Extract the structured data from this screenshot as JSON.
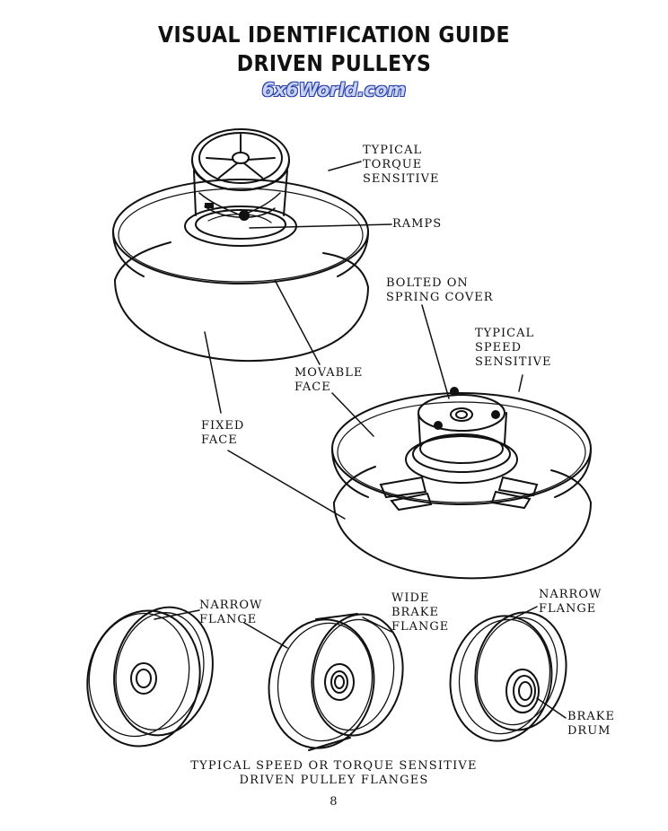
{
  "header": {
    "title_line1": "VISUAL IDENTIFICATION GUIDE",
    "title_line2": "DRIVEN PULLEYS",
    "watermark": "6x6World.com"
  },
  "labels": {
    "torque": [
      "TYPICAL",
      "TORQUE",
      "SENSITIVE"
    ],
    "ramps": "RAMPS",
    "bolted": [
      "BOLTED ON",
      "SPRING COVER"
    ],
    "speed": [
      "TYPICAL",
      "SPEED",
      "SENSITIVE"
    ],
    "movable": [
      "MOVABLE",
      "FACE"
    ],
    "fixed": [
      "FIXED",
      "FACE"
    ],
    "narrow_left": [
      "NARROW",
      "FLANGE"
    ],
    "wide": [
      "WIDE",
      "BRAKE",
      "FLANGE"
    ],
    "narrow_right": [
      "NARROW",
      "FLANGE"
    ],
    "brake_drum": [
      "BRAKE",
      "DRUM"
    ]
  },
  "caption": {
    "line1": "TYPICAL SPEED OR TORQUE SENSITIVE",
    "line2": "DRIVEN PULLEY FLANGES"
  },
  "page_number": "8",
  "colors": {
    "ink": "#111111",
    "watermark_fill": "#c8d3f3",
    "watermark_outline": "#2a3fa8"
  }
}
